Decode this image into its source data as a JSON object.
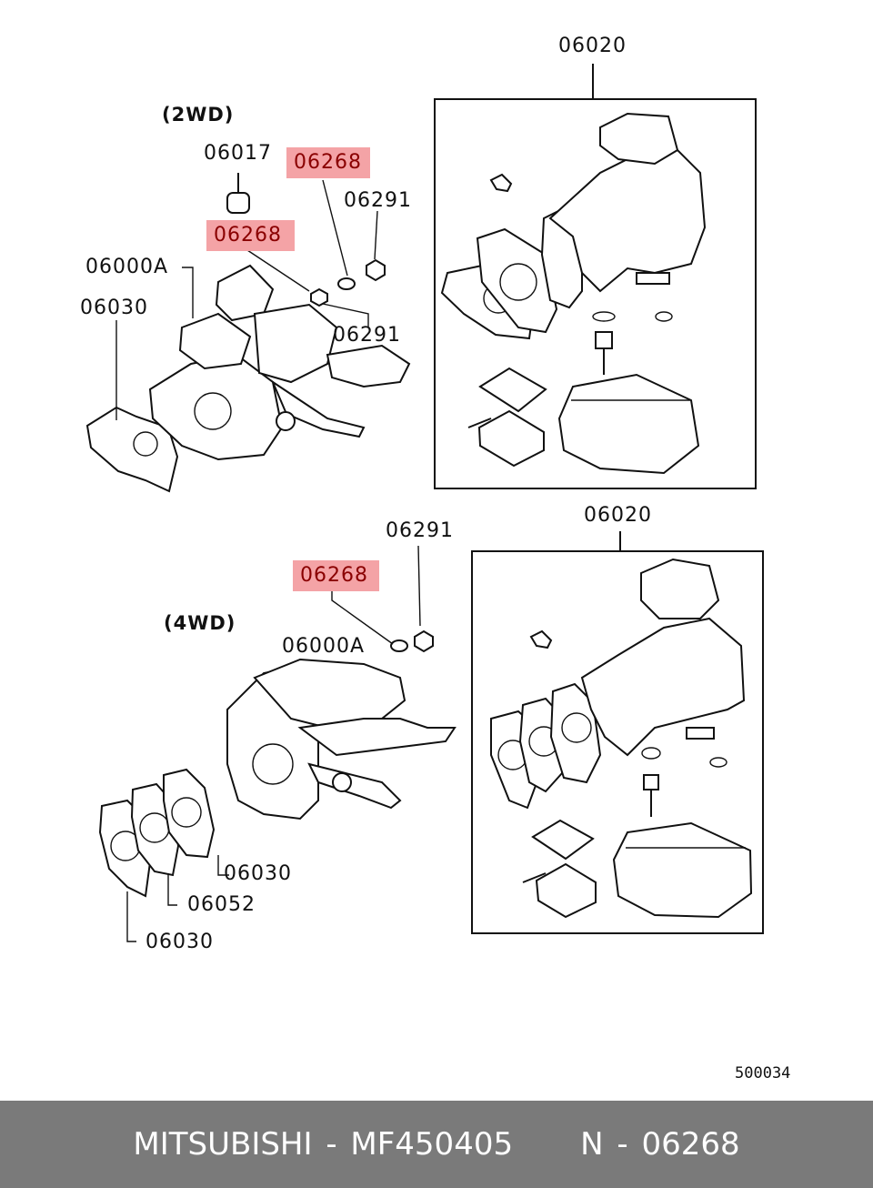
{
  "diagram": {
    "sections": {
      "two_wd": "(2WD)",
      "four_wd": "(4WD)"
    },
    "top": {
      "labels": {
        "kit": "06020",
        "part_06017": "06017",
        "part_06291_a": "06291",
        "part_06291_b": "06291",
        "part_06000a": "06000A",
        "part_06030": "06030"
      },
      "highlighted": {
        "a": "06268",
        "b": "06268"
      }
    },
    "bottom": {
      "labels": {
        "kit": "06020",
        "part_06291": "06291",
        "part_06000a": "06000A",
        "part_06030_a": "06030",
        "part_06052": "06052",
        "part_06030_b": "06030"
      },
      "highlighted": {
        "a": "06268"
      }
    },
    "reference_number": "500034"
  },
  "footer": {
    "text": "MITSUBISHI - MF450405     N - 06268"
  },
  "colors": {
    "highlight": "#f4a3a6",
    "footer_bg": "#7a7a7a",
    "footer_text": "#ffffff"
  }
}
